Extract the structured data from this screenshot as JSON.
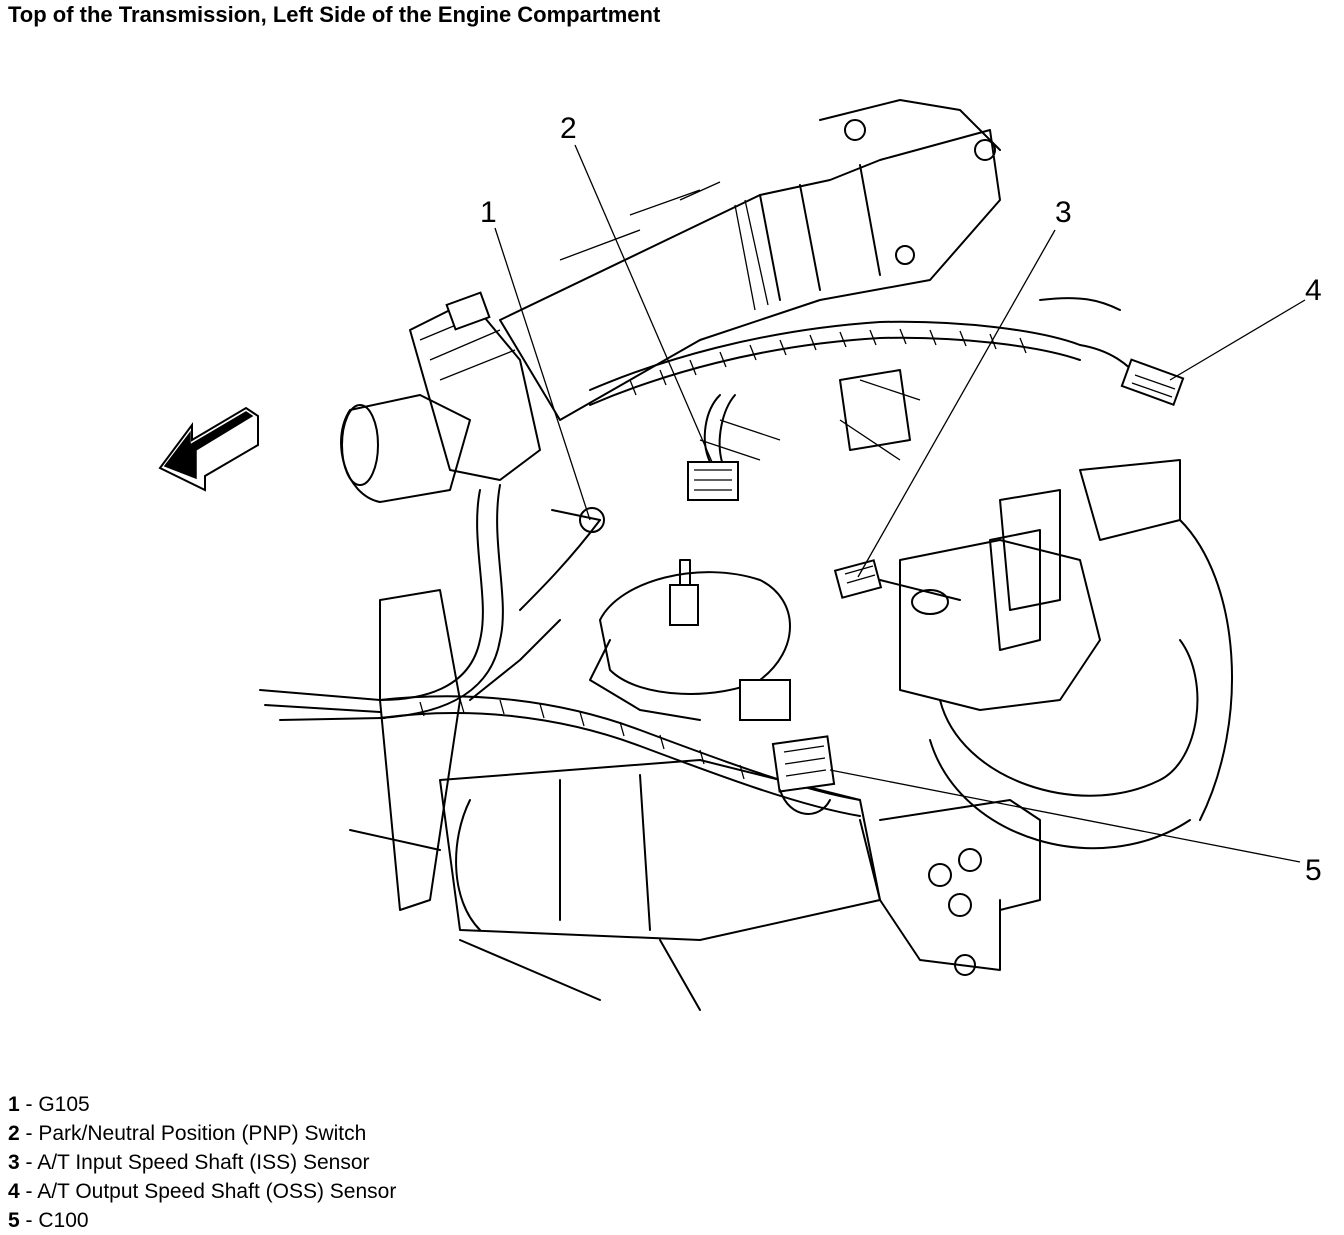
{
  "title": "Top of the Transmission, Left Side of the Engine Compartment",
  "callouts": [
    {
      "number": "1"
    },
    {
      "number": "2"
    },
    {
      "number": "3"
    },
    {
      "number": "4"
    },
    {
      "number": "5"
    }
  ],
  "legend": [
    {
      "number": "1",
      "text": " - G105"
    },
    {
      "number": "2",
      "text": " - Park/Neutral Position (PNP) Switch"
    },
    {
      "number": "3",
      "text": " - A/T Input Speed Shaft (ISS) Sensor"
    },
    {
      "number": "4",
      "text": " - A/T Output Speed Shaft (OSS) Sensor"
    },
    {
      "number": "5",
      "text": " - C100"
    }
  ],
  "icons": [
    "direction-arrow-icon"
  ]
}
